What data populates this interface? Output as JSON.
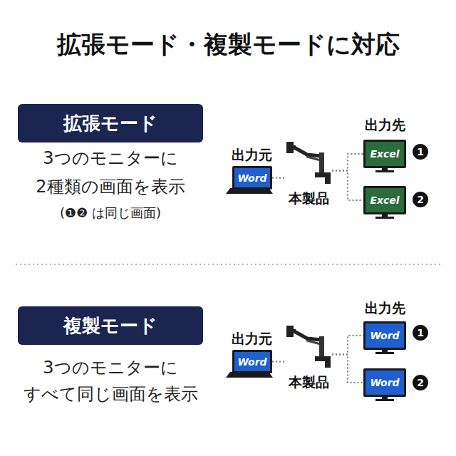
{
  "diagram": {
    "title": "拡張モード・複製モードに対応",
    "nodes": [
      {
        "text": [
          "拡張モード"
        ]
      },
      {
        "text": [
          "出力元",
          "Word"
        ]
      },
      {
        "text": [
          "本製品"
        ]
      },
      {
        "text": [
          "Excel"
        ]
      },
      {
        "text": [
          "Excel"
        ]
      },
      {
        "text": [
          "複製モード"
        ]
      },
      {
        "text": [
          "出力元",
          "Word"
        ]
      },
      {
        "text": [
          "本製品"
        ]
      },
      {
        "text": [
          "Word"
        ]
      },
      {
        "text": [
          "Word"
        ]
      }
    ],
    "edges": [
      {
        "from": 1,
        "to": 2,
        "arrow": "none"
      },
      {
        "from": 2,
        "to": 3,
        "arrow": "none"
      },
      {
        "from": 2,
        "to": 4,
        "arrow": "none"
      },
      {
        "from": 6,
        "to": 7,
        "arrow": "none"
      },
      {
        "from": 7,
        "to": 8,
        "arrow": "none"
      },
      {
        "from": 7,
        "to": 9,
        "arrow": "none"
      }
    ],
    "labels": [
      "3つのモニターに 2種類の画面を表示",
      "(❶❷ は同じ画面)",
      "出力先",
      "1",
      "2",
      "3つのモニターに すべて同じ画面を表示",
      "出力先",
      "1",
      "2"
    ]
  }
}
